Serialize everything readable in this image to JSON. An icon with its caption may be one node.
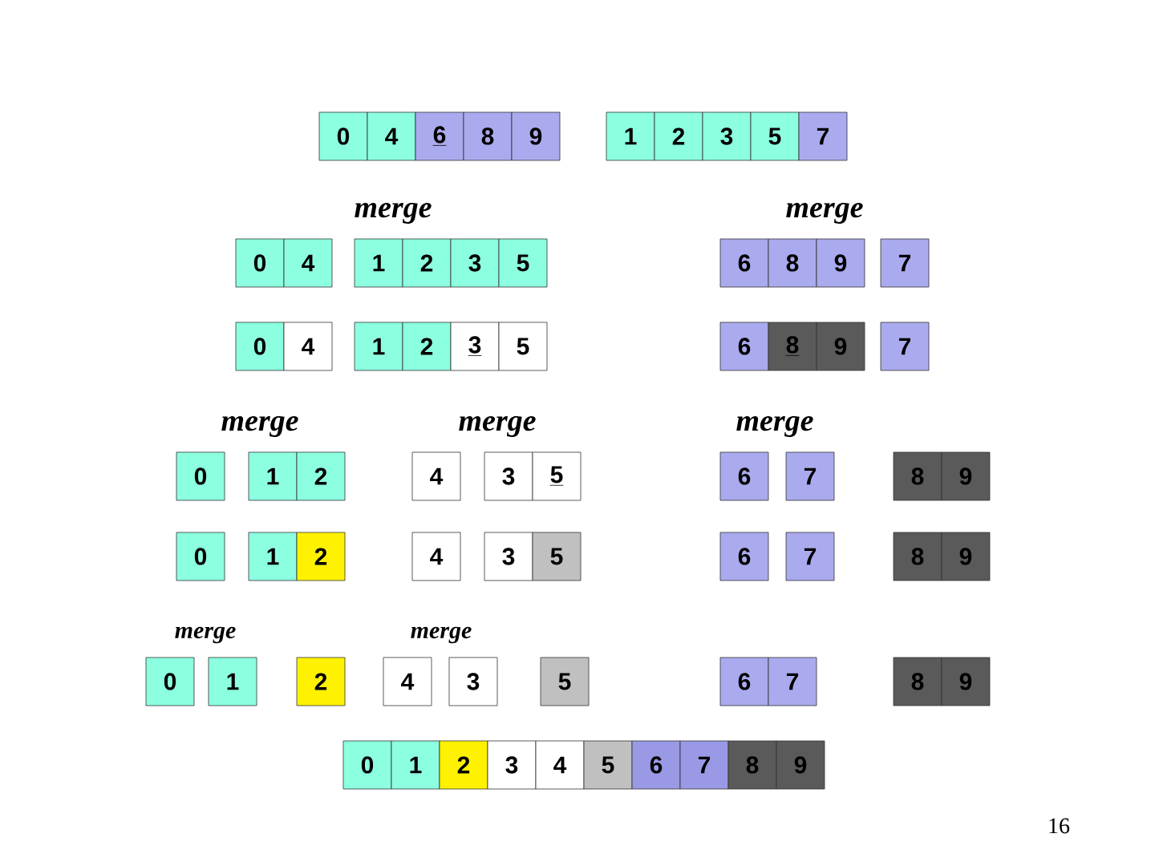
{
  "diagram": {
    "nodes": [
      {
        "text": [
          "0"
        ]
      },
      {
        "text": [
          "4"
        ]
      },
      {
        "text": [
          "6"
        ]
      },
      {
        "text": [
          "8"
        ]
      },
      {
        "text": [
          "9"
        ]
      },
      {
        "text": [
          "1"
        ]
      },
      {
        "text": [
          "2"
        ]
      },
      {
        "text": [
          "3"
        ]
      },
      {
        "text": [
          "5"
        ]
      },
      {
        "text": [
          "7"
        ]
      },
      {
        "text": [
          "0"
        ]
      },
      {
        "text": [
          "4"
        ]
      },
      {
        "text": [
          "1"
        ]
      },
      {
        "text": [
          "2"
        ]
      },
      {
        "text": [
          "3"
        ]
      },
      {
        "text": [
          "5"
        ]
      },
      {
        "text": [
          "6"
        ]
      },
      {
        "text": [
          "8"
        ]
      },
      {
        "text": [
          "9"
        ]
      },
      {
        "text": [
          "7"
        ]
      },
      {
        "text": [
          "0"
        ]
      },
      {
        "text": [
          "4"
        ]
      },
      {
        "text": [
          "1"
        ]
      },
      {
        "text": [
          "2"
        ]
      },
      {
        "text": [
          "3"
        ]
      },
      {
        "text": [
          "5"
        ]
      },
      {
        "text": [
          "6"
        ]
      },
      {
        "text": [
          "8"
        ]
      },
      {
        "text": [
          "9"
        ]
      },
      {
        "text": [
          "7"
        ]
      },
      {
        "text": [
          "0"
        ]
      },
      {
        "text": [
          "1"
        ]
      },
      {
        "text": [
          "2"
        ]
      },
      {
        "text": [
          "4"
        ]
      },
      {
        "text": [
          "3"
        ]
      },
      {
        "text": [
          "5"
        ]
      },
      {
        "text": [
          "6"
        ]
      },
      {
        "text": [
          "7"
        ]
      },
      {
        "text": [
          "8"
        ]
      },
      {
        "text": [
          "9"
        ]
      },
      {
        "text": [
          "0"
        ]
      },
      {
        "text": [
          "1"
        ]
      },
      {
        "text": [
          "2"
        ]
      },
      {
        "text": [
          "4"
        ]
      },
      {
        "text": [
          "3"
        ]
      },
      {
        "text": [
          "5"
        ]
      },
      {
        "text": [
          "6"
        ]
      },
      {
        "text": [
          "7"
        ]
      },
      {
        "text": [
          "8"
        ]
      },
      {
        "text": [
          "9"
        ]
      },
      {
        "text": [
          "0"
        ]
      },
      {
        "text": [
          "1"
        ]
      },
      {
        "text": [
          "2"
        ]
      },
      {
        "text": [
          "4"
        ]
      },
      {
        "text": [
          "3"
        ]
      },
      {
        "text": [
          "5"
        ]
      },
      {
        "text": [
          "6"
        ]
      },
      {
        "text": [
          "7"
        ]
      },
      {
        "text": [
          "8"
        ]
      },
      {
        "text": [
          "9"
        ]
      },
      {
        "text": [
          "0"
        ]
      },
      {
        "text": [
          "1"
        ]
      },
      {
        "text": [
          "2"
        ]
      },
      {
        "text": [
          "3"
        ]
      },
      {
        "text": [
          "4"
        ]
      },
      {
        "text": [
          "5"
        ]
      },
      {
        "text": [
          "6"
        ]
      },
      {
        "text": [
          "7"
        ]
      },
      {
        "text": [
          "8"
        ]
      },
      {
        "text": [
          "9"
        ]
      }
    ],
    "labels": [
      "merge",
      "merge",
      "merge",
      "merge",
      "merge",
      "merge",
      "merge",
      "16"
    ]
  }
}
